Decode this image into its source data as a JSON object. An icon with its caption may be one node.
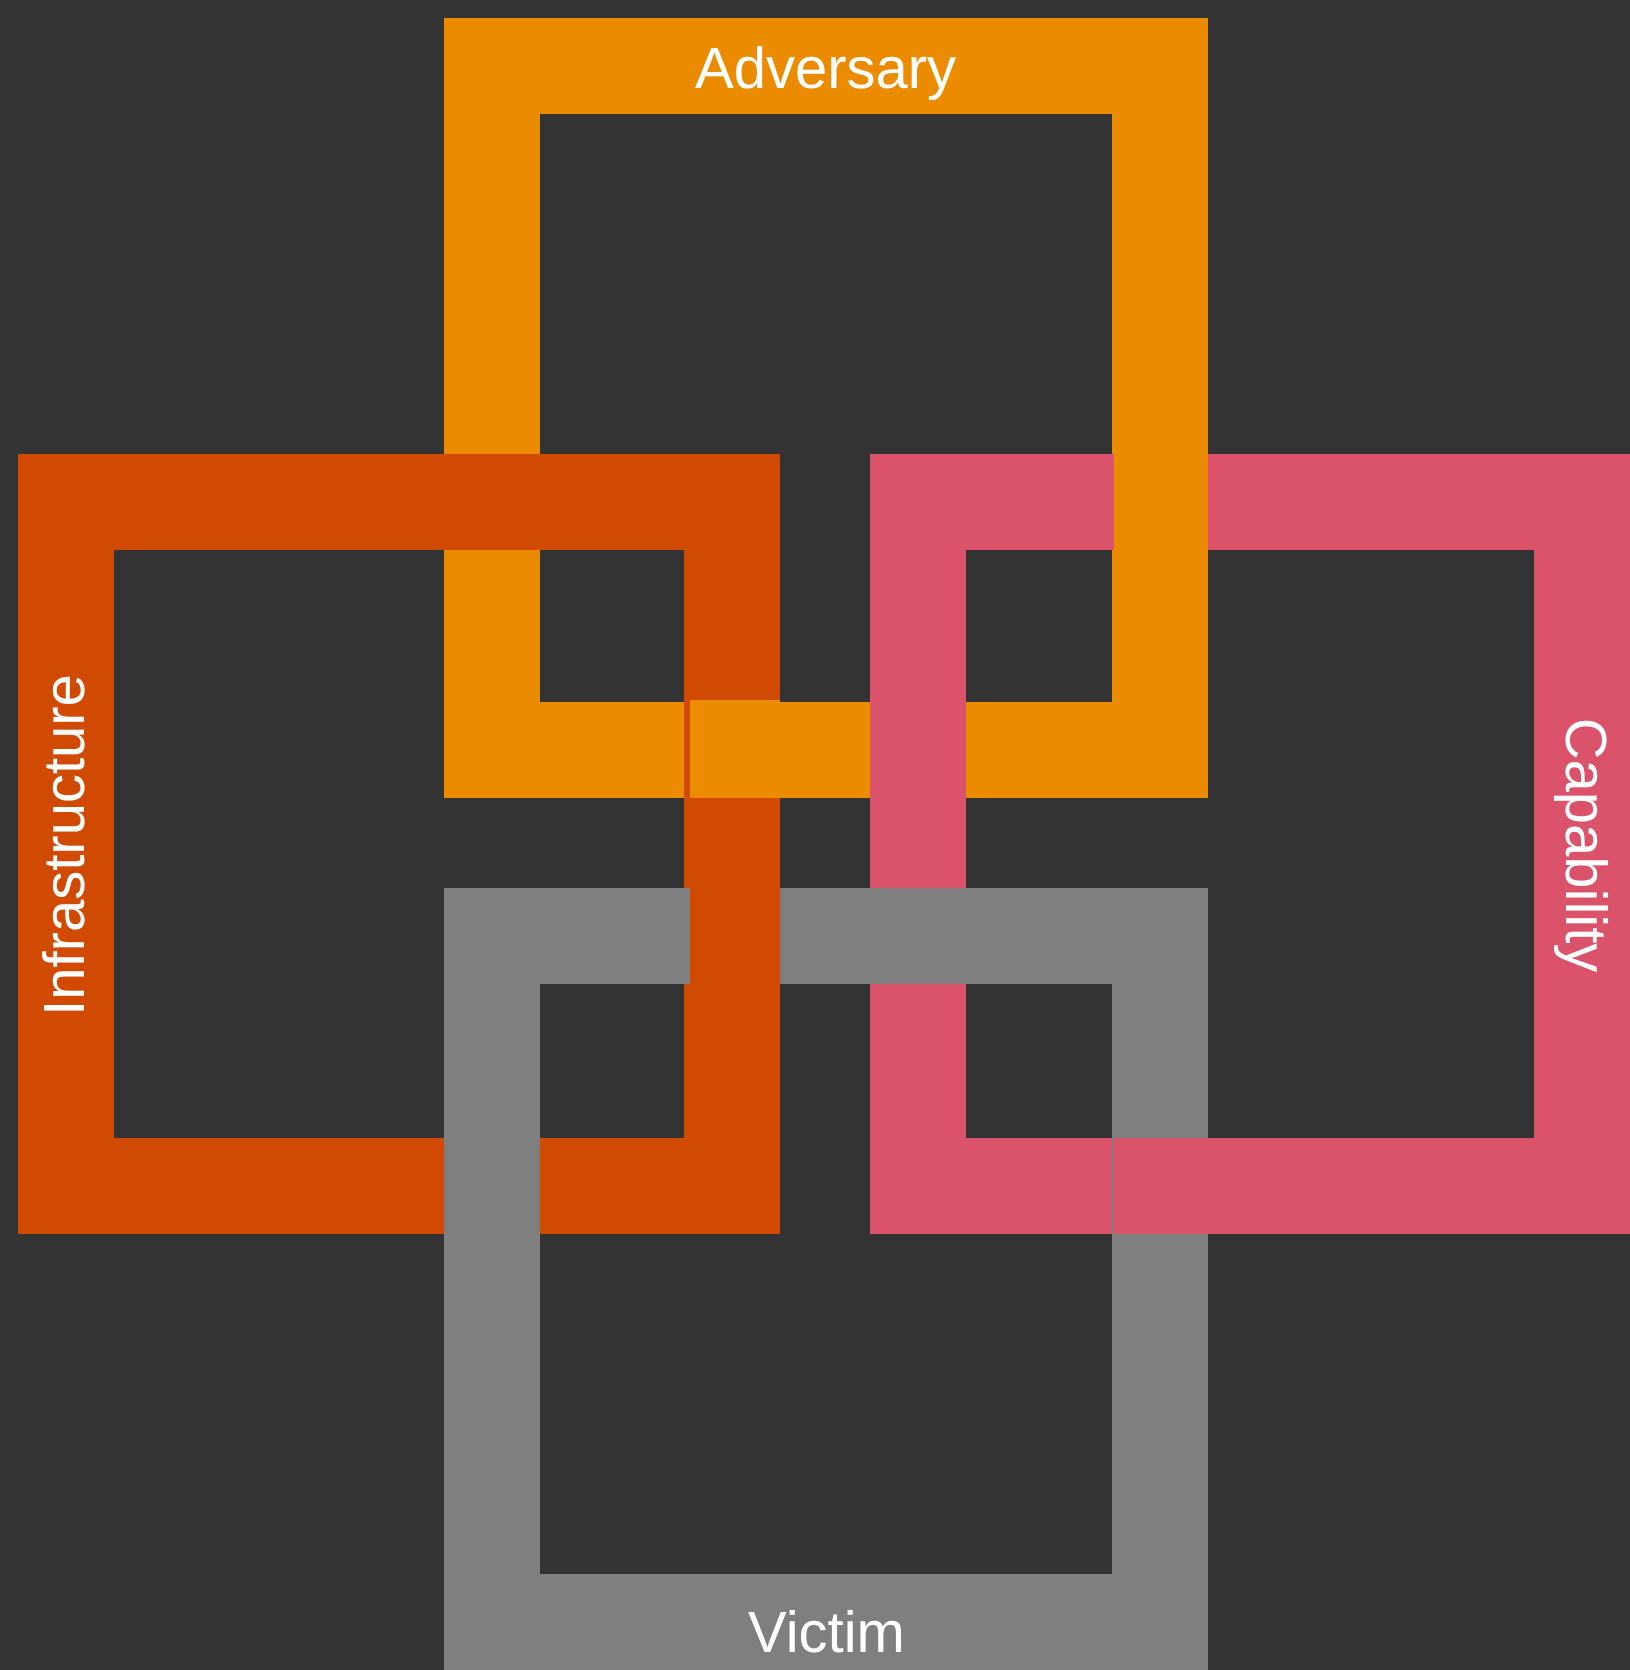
{
  "diagram": {
    "nodes": [
      {
        "text": [
          "Adversary"
        ]
      },
      {
        "text": [
          "Infrastructure"
        ]
      },
      {
        "text": [
          "Capability"
        ]
      },
      {
        "text": [
          "Victim"
        ]
      }
    ]
  }
}
